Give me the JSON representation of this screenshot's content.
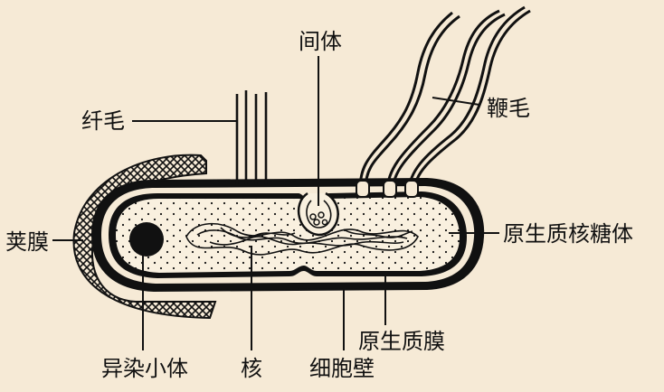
{
  "diagram": {
    "labels": {
      "mesosome": "间体",
      "pili": "纤毛",
      "flagella": "鞭毛",
      "capsule": "荚膜",
      "ribosome": "原生质核糖体",
      "plasma_membrane": "原生质膜",
      "metachromatic_granule": "异染小体",
      "nucleus": "核",
      "cell_wall": "细胞壁"
    }
  },
  "colors": {
    "background": "#f6ead6",
    "ink": "#111111"
  }
}
